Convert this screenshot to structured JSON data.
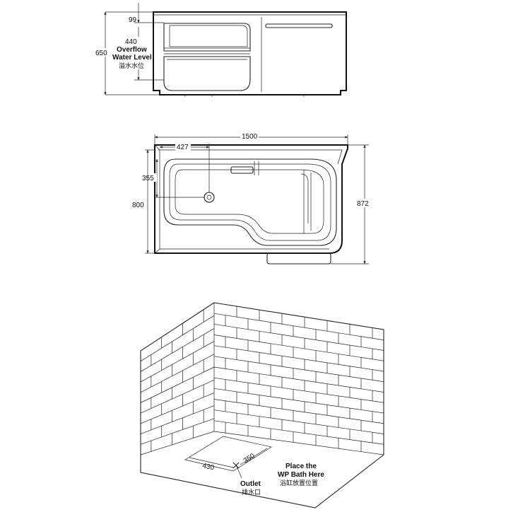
{
  "side_view": {
    "dim_top": "99",
    "dim_overflow": "440",
    "overflow_label_en_1": "Overflow",
    "overflow_label_en_2": "Water Level",
    "overflow_label_zh": "溢水水位",
    "dim_height": "650"
  },
  "plan_view": {
    "dim_length": "1500",
    "dim_waste_x": "427",
    "dim_waste_y": "355",
    "dim_width_narrow": "800",
    "dim_width_wide": "872"
  },
  "install_view": {
    "dim_outlet_length": "430",
    "dim_outlet_width": "350",
    "outlet_label_en": "Outlet",
    "outlet_label_zh": "排水口",
    "place_label_1": "Place the",
    "place_label_2": "WP Bath Here",
    "place_label_zh": "浴缸放置位置"
  }
}
